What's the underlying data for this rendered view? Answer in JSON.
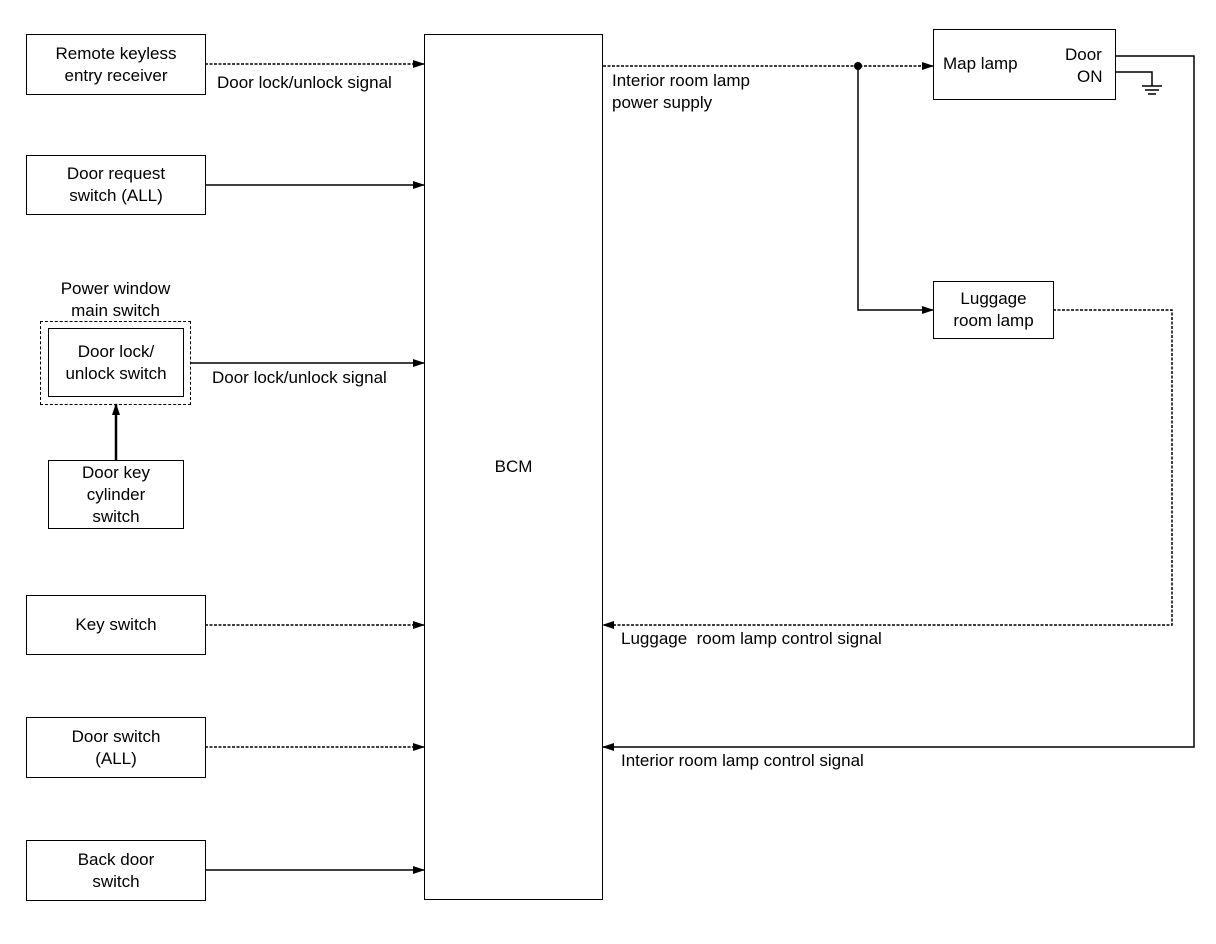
{
  "bcm": {
    "label": "BCM"
  },
  "inputs": {
    "remote_keyless": "Remote keyless\nentry receiver",
    "door_request": "Door request\nswitch (ALL)",
    "power_window_group": "Power window\nmain switch",
    "door_lock_switch": "Door lock/\nunlock switch",
    "door_key_cylinder": "Door key\ncylinder\nswitch",
    "key_switch": "Key switch",
    "door_switch": "Door switch\n(ALL)",
    "back_door_switch": "Back door\nswitch"
  },
  "outputs": {
    "map_lamp": "Map lamp",
    "map_lamp_door": "Door",
    "map_lamp_on": "ON",
    "luggage_room_lamp": "Luggage\nroom lamp"
  },
  "signals": {
    "door_lock_signal_1": "Door lock/unlock signal",
    "door_lock_signal_2": "Door lock/unlock signal",
    "interior_power_supply": "Interior room lamp\npower supply",
    "luggage_control": "Luggage  room lamp control signal",
    "interior_control": "Interior room lamp control signal"
  }
}
